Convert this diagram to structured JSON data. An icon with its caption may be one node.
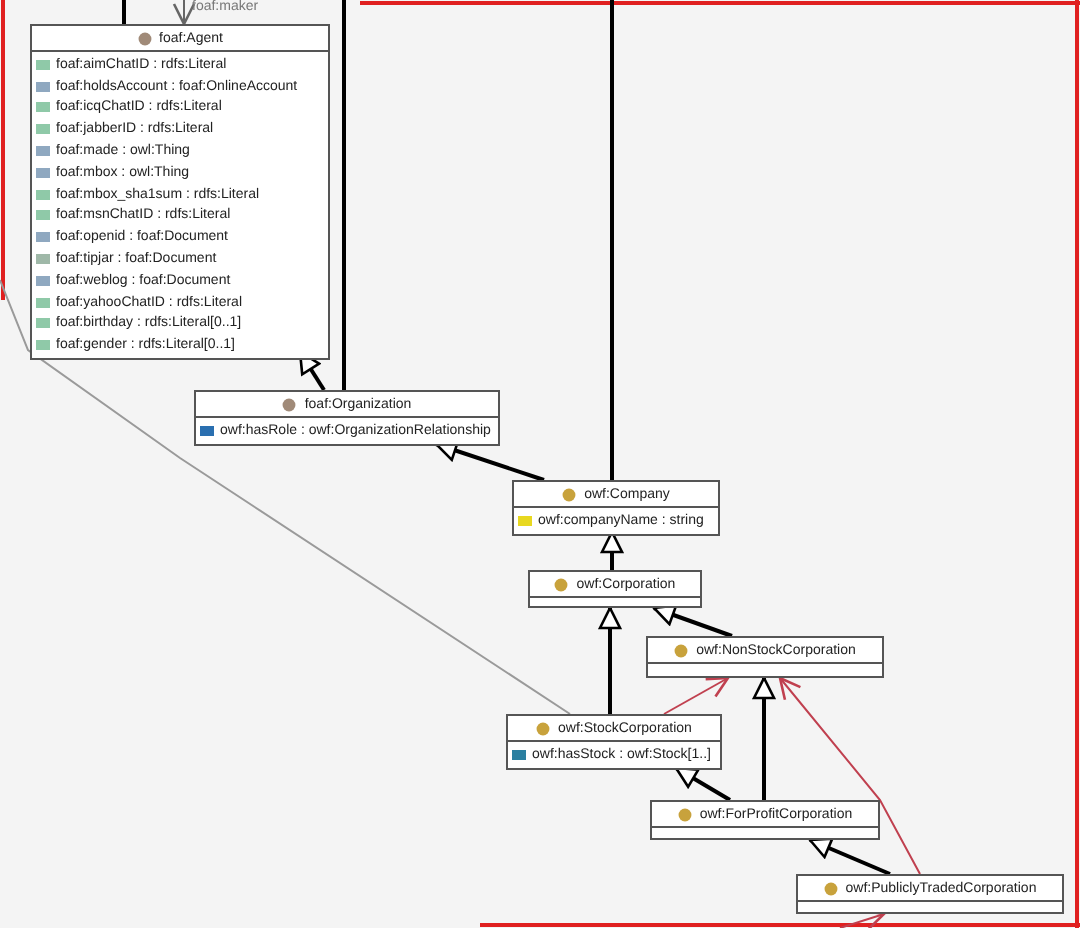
{
  "diagram": {
    "nodes": [
      {
        "text": [
          "foaf:Agent",
          "foaf:aimChatID : rdfs:Literal",
          "foaf:holdsAccount : foaf:OnlineAccount",
          "foaf:icqChatID : rdfs:Literal",
          "foaf:jabberID : rdfs:Literal",
          "foaf:made : owl:Thing",
          "foaf:mbox : owl:Thing",
          "foaf:mbox_sha1sum : rdfs:Literal",
          "foaf:msnChatID : rdfs:Literal",
          "foaf:openid : foaf:Document",
          "foaf:tipjar : foaf:Document",
          "foaf:weblog : foaf:Document",
          "foaf:yahooChatID : rdfs:Literal",
          "foaf:birthday : rdfs:Literal[0..1]",
          "foaf:gender : rdfs:Literal[0..1]"
        ]
      },
      {
        "text": [
          "foaf:Organization",
          "owf:hasRole : owf:OrganizationRelationship"
        ]
      },
      {
        "text": [
          "owf:Company",
          "owf:companyName : string"
        ]
      },
      {
        "text": [
          "owf:Corporation"
        ]
      },
      {
        "text": [
          "owf:NonStockCorporation"
        ]
      },
      {
        "text": [
          "owf:StockCorporation",
          "owf:hasStock : owf:Stock[1..]"
        ]
      },
      {
        "text": [
          "owf:ForProfitCorporation"
        ]
      },
      {
        "text": [
          "owf:PubliclyTradedCorporation"
        ]
      }
    ],
    "edges": [
      {
        "from": 1,
        "to": 0,
        "arrow": "to"
      },
      {
        "from": 2,
        "to": 1,
        "arrow": "to"
      },
      {
        "from": 3,
        "to": 2,
        "arrow": "to"
      },
      {
        "from": 4,
        "to": 3,
        "arrow": "to"
      },
      {
        "from": 5,
        "to": 3,
        "arrow": "to"
      },
      {
        "from": 6,
        "to": 5,
        "arrow": "to"
      },
      {
        "from": 7,
        "to": 6,
        "arrow": "to"
      },
      {
        "from": 6,
        "to": 4,
        "arrow": "to"
      },
      {
        "from": 5,
        "to": 4,
        "arrow": "to",
        "color": "#c0404f"
      },
      {
        "from": 7,
        "to": 4,
        "arrow": "to",
        "color": "#c0404f"
      },
      {
        "from": null,
        "to": 7,
        "arrow": "to",
        "color": "#c0404f"
      },
      {
        "from": 1,
        "to": null,
        "arrow": "none"
      },
      {
        "from": 2,
        "to": null,
        "arrow": "none"
      },
      {
        "from": 0,
        "to": null,
        "arrow": "none"
      },
      {
        "from": null,
        "to": 0,
        "arrow": "to",
        "label": "foaf:maker",
        "color": "#666666"
      },
      {
        "from": null,
        "to": 5,
        "arrow": "none",
        "color": "#9a9a9a"
      }
    ]
  }
}
